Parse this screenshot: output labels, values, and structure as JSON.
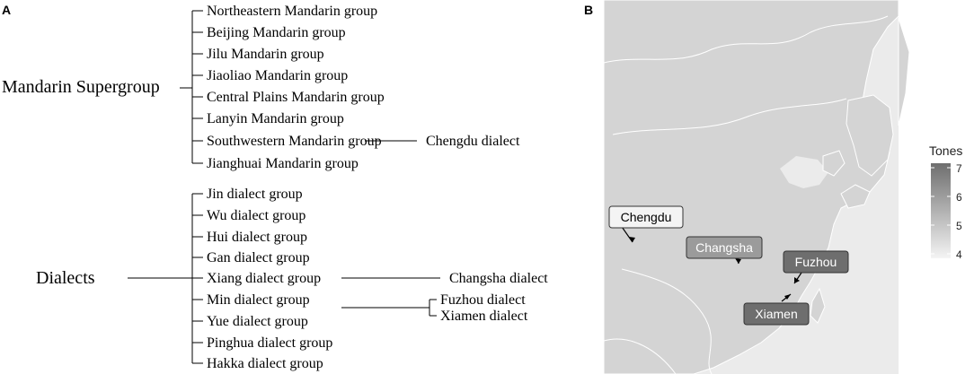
{
  "panel_a": {
    "letter": "A",
    "mandarin_root": "Mandarin Supergroup",
    "mandarin_groups": [
      "Northeastern Mandarin group",
      "Beijing Mandarin group",
      "Jilu Mandarin group",
      "Jiaoliao Mandarin group",
      "Central Plains Mandarin group",
      "Lanyin Mandarin group",
      "Southwestern Mandarin group",
      "Jianghuai Mandarin group"
    ],
    "mandarin_leaf": "Chengdu dialect",
    "dialects_root": "Dialects",
    "dialect_groups": [
      "Jin dialect group",
      "Wu dialect group",
      "Hui dialect group",
      "Gan dialect group",
      "Xiang dialect group",
      "Min dialect group",
      "Yue dialect group",
      "Pinghua dialect group",
      "Hakka dialect group"
    ],
    "xiang_leaf": "Changsha dialect",
    "min_leaves": [
      "Fuzhou dialect",
      "Xiamen dialect"
    ]
  },
  "panel_b": {
    "letter": "B",
    "legend": {
      "title": "Tones",
      "ticks": [
        "4",
        "5",
        "6",
        "7"
      ],
      "min": 4,
      "max": 7,
      "color_low": "#f4f4f4",
      "color_high": "#6e6e6e"
    },
    "cities": [
      {
        "name": "Chengdu",
        "tones": 4
      },
      {
        "name": "Changsha",
        "tones": 6
      },
      {
        "name": "Fuzhou",
        "tones": 7
      },
      {
        "name": "Xiamen",
        "tones": 7
      }
    ],
    "colors": {
      "sea": "#ebebeb",
      "land": "#d4d4d4",
      "border": "#ffffff"
    }
  }
}
